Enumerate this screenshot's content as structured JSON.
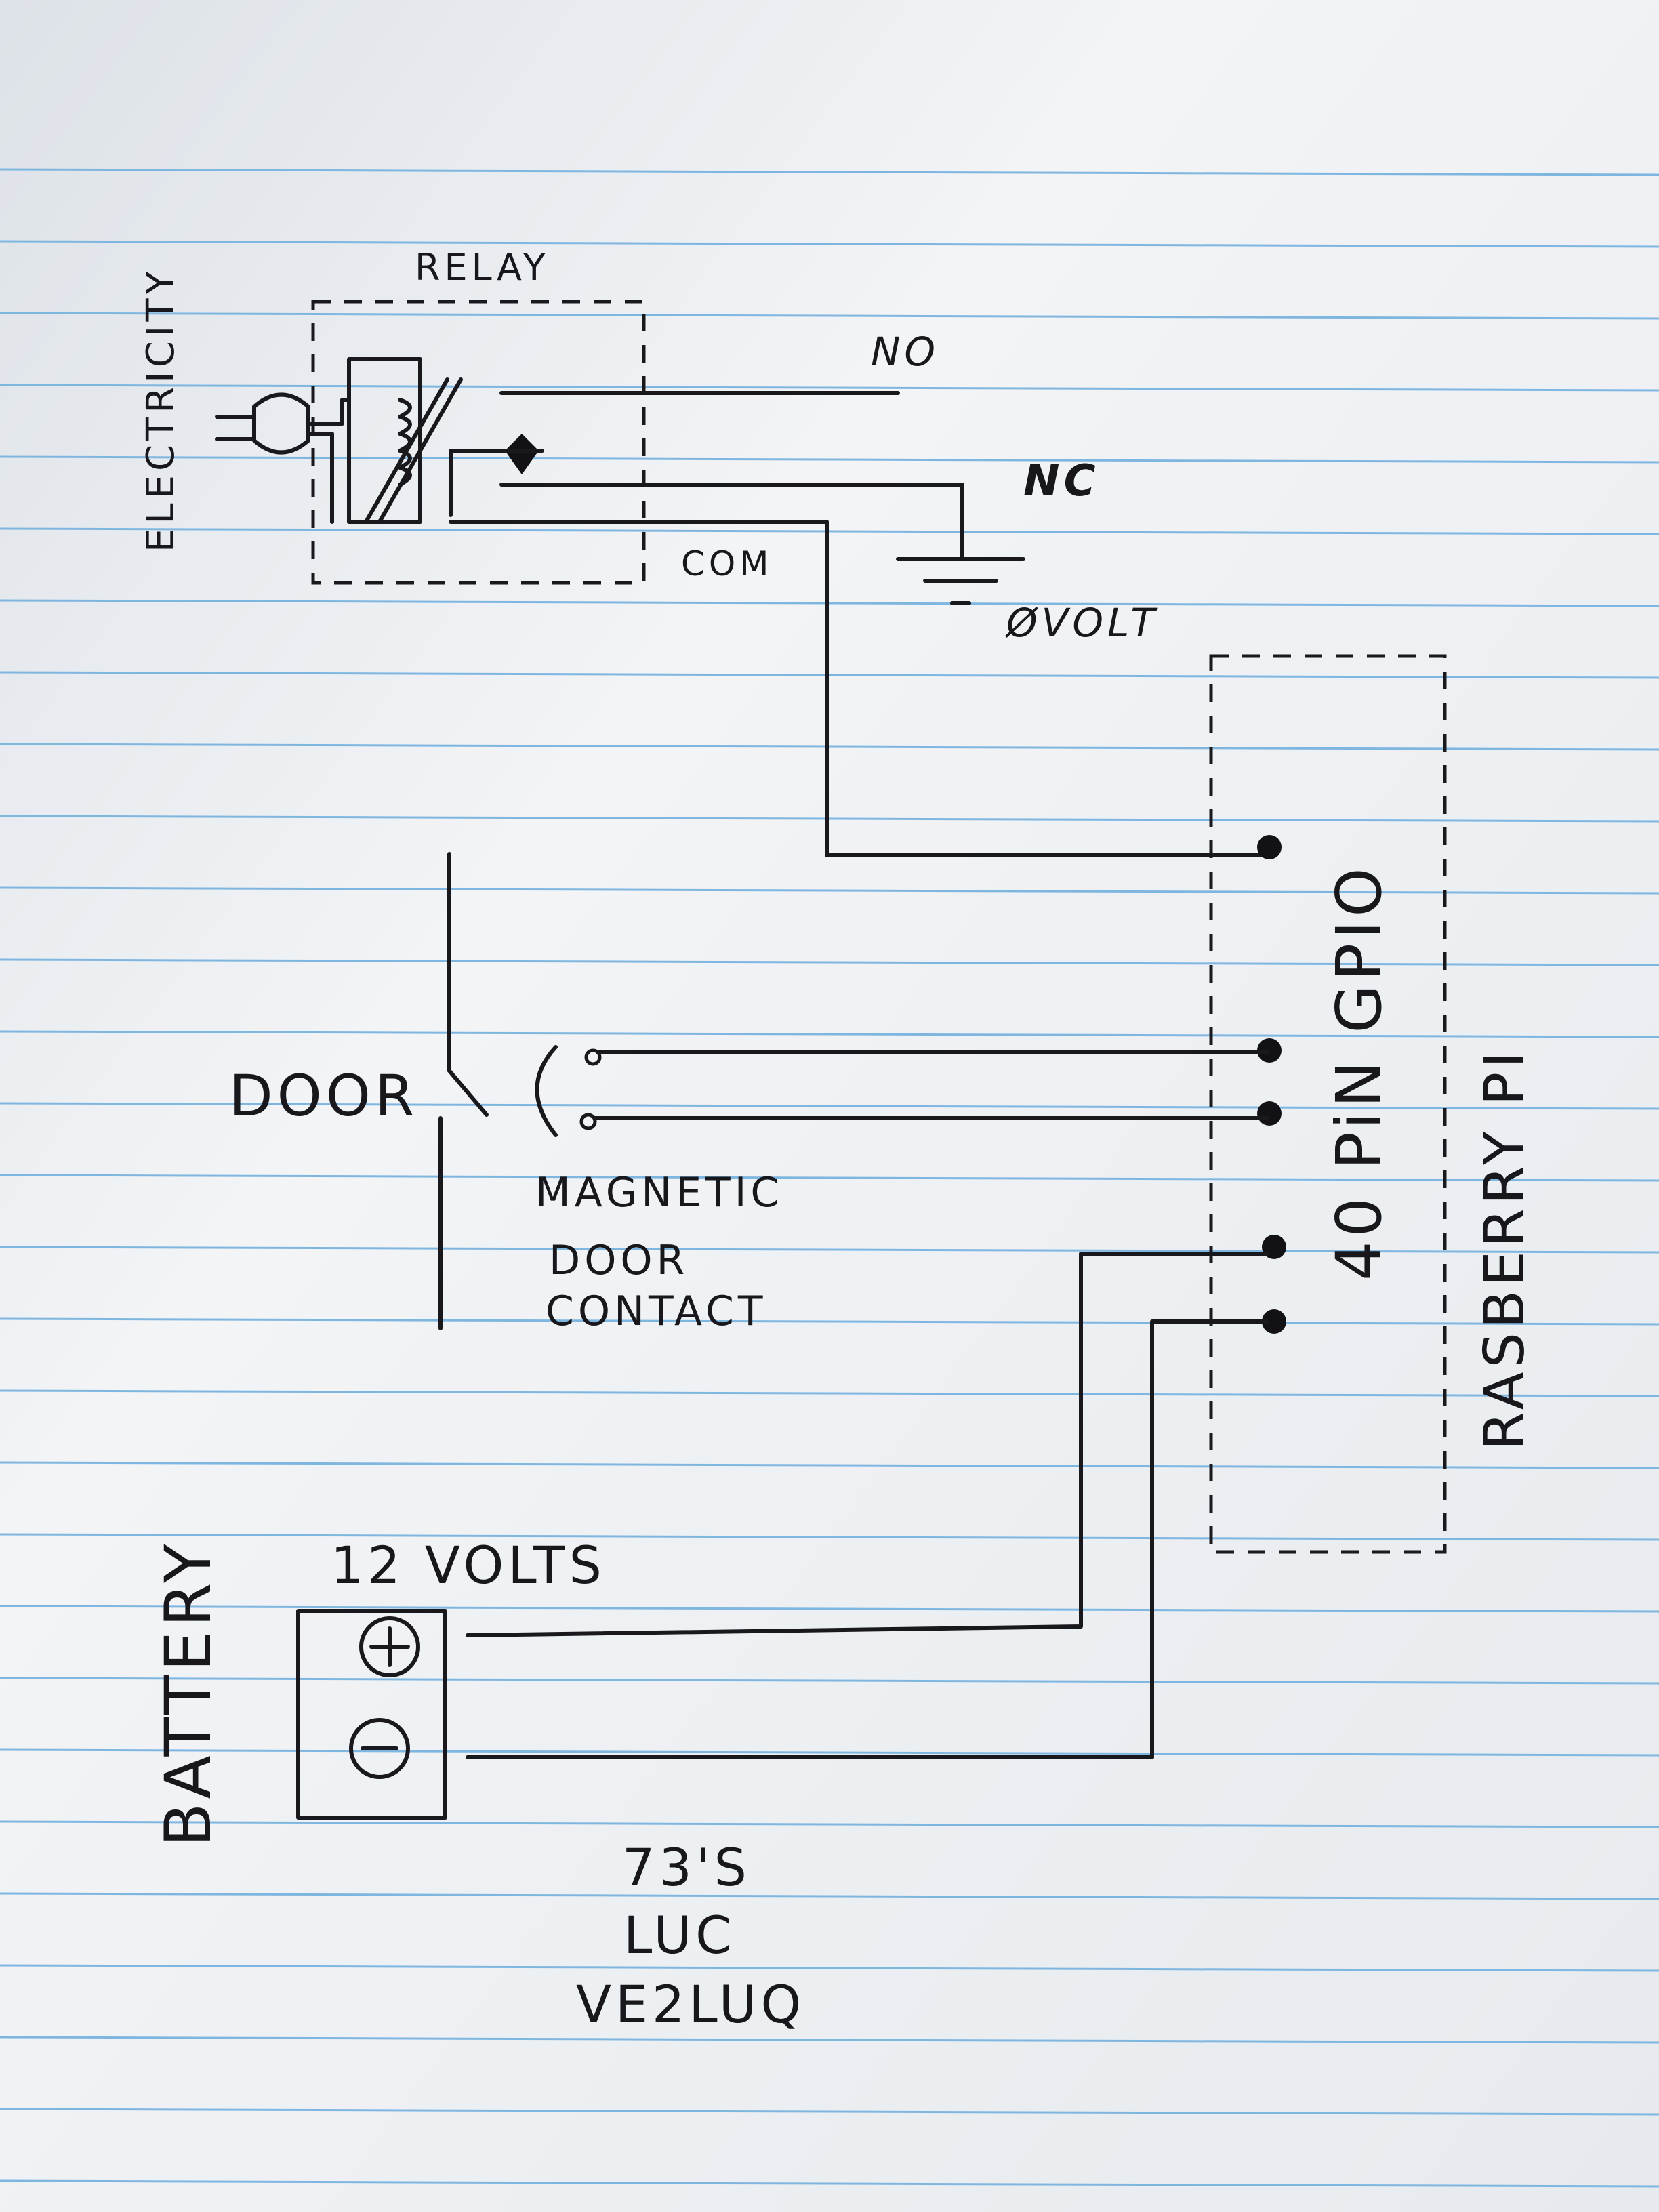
{
  "labels": {
    "relay": "RELAY",
    "electricity": "ELECTRICITY",
    "no": "NO",
    "nc": "NC",
    "com": "COM",
    "zero_volt": "ØVOLT",
    "gpio": "40 PiN GPIO",
    "raspberry_pi": "RASBERRY PI",
    "door": "DOOR",
    "magnetic": "MAGNETIC",
    "door_word": "DOOR",
    "contact": "CONTACT",
    "battery": "BATTERY",
    "volts": "12 VOLTS",
    "signoff_1": "73'S",
    "signoff_2": "LUC",
    "signoff_3": "VE2LUQ"
  },
  "colors": {
    "ink": "#18181d",
    "rule_line": "#7fb6e0",
    "paper": "#f2f4f6"
  }
}
